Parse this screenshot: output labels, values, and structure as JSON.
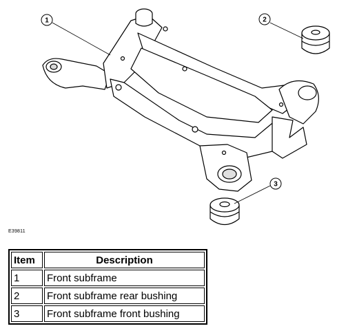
{
  "figure": {
    "figure_id": "E39811",
    "callouts": [
      "1",
      "2",
      "3"
    ]
  },
  "legend": {
    "headers": {
      "item": "Item",
      "description": "Description"
    },
    "rows": [
      {
        "item": "1",
        "description": "Front subframe"
      },
      {
        "item": "2",
        "description": "Front subframe rear bushing"
      },
      {
        "item": "3",
        "description": "Front subframe front bushing"
      }
    ]
  }
}
